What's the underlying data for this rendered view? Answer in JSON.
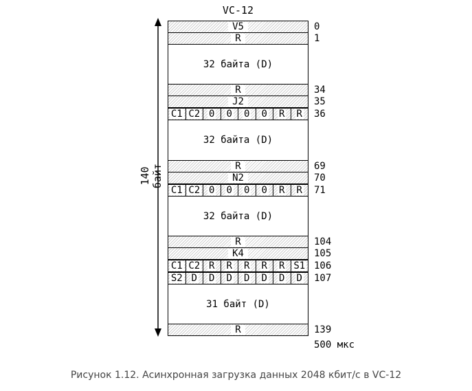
{
  "title": "VC-12",
  "side_label": "140 байт",
  "time_label": "500 мкс",
  "caption": "Рисунок 1.12. Асинхронная загрузка данных 2048 кбит/с в VC-12",
  "rows": [
    {
      "kind": "band",
      "label": "V5",
      "num": "0"
    },
    {
      "kind": "band",
      "label": "R",
      "num": "1"
    },
    {
      "kind": "block",
      "label": "32 байта (D)"
    },
    {
      "kind": "band",
      "label": "R",
      "num": "34"
    },
    {
      "kind": "band",
      "label": "J2",
      "num": "35"
    },
    {
      "kind": "bits",
      "cells": [
        "C1",
        "C2",
        "0",
        "0",
        "0",
        "0",
        "R",
        "R"
      ],
      "num": "36"
    },
    {
      "kind": "block",
      "label": "32 байта (D)"
    },
    {
      "kind": "band",
      "label": "R",
      "num": "69"
    },
    {
      "kind": "band",
      "label": "N2",
      "num": "70"
    },
    {
      "kind": "bits",
      "cells": [
        "C1",
        "C2",
        "0",
        "0",
        "0",
        "0",
        "R",
        "R"
      ],
      "num": "71"
    },
    {
      "kind": "block",
      "label": "32 байта (D)"
    },
    {
      "kind": "band",
      "label": "R",
      "num": "104"
    },
    {
      "kind": "band",
      "label": "K4",
      "num": "105"
    },
    {
      "kind": "bits",
      "cells": [
        "C1",
        "C2",
        "R",
        "R",
        "R",
        "R",
        "R",
        "S1"
      ],
      "num": "106"
    },
    {
      "kind": "bits",
      "cells": [
        "S2",
        "D",
        "D",
        "D",
        "D",
        "D",
        "D",
        "D"
      ],
      "num": "107"
    },
    {
      "kind": "block",
      "label": "31 байт (D)"
    },
    {
      "kind": "band",
      "label": "R",
      "num": "139"
    }
  ]
}
